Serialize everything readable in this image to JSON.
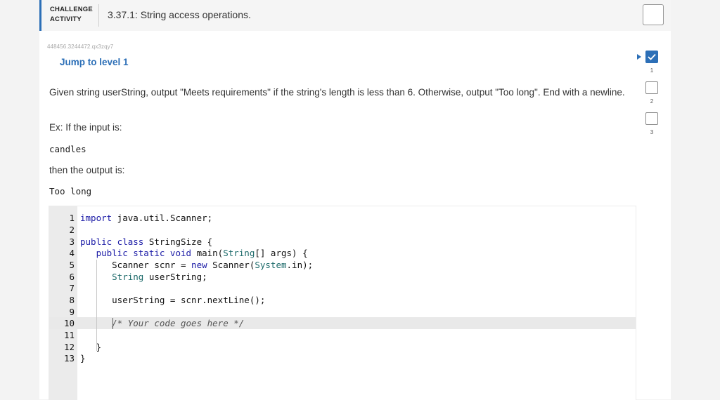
{
  "header": {
    "badge_line1": "CHALLENGE",
    "badge_line2": "ACTIVITY",
    "title": "3.37.1: String access operations."
  },
  "activity_id": "448456.3244472.qx3zqy7",
  "jump_link": "Jump to level 1",
  "prompt": "Given string userString, output \"Meets requirements\" if the string's length is less than 6. Otherwise, output \"Too long\". End with a newline.",
  "example": {
    "intro": "Ex: If the input is:",
    "input": "candles",
    "then": "then the output is:",
    "output": "Too long"
  },
  "code": {
    "line_numbers": [
      "1",
      "2",
      "3",
      "4",
      "5",
      "6",
      "7",
      "8",
      "9",
      "10",
      "11",
      "12",
      "13"
    ],
    "active_line": 10
  },
  "levels": [
    {
      "label": "1",
      "status": "completed"
    },
    {
      "label": "2",
      "status": "incomplete"
    },
    {
      "label": "3",
      "status": "incomplete"
    }
  ],
  "colors": {
    "accent": "#2c6fb7",
    "keyword": "#1a1aa6"
  }
}
